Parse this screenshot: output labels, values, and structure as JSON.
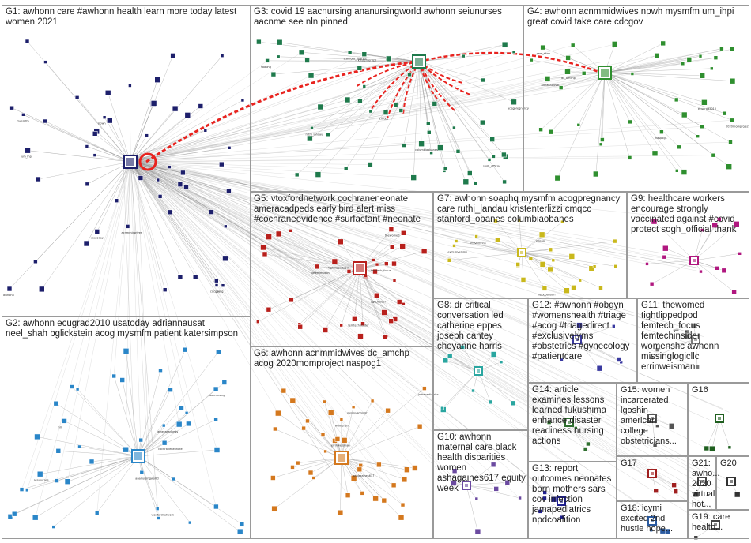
{
  "groups": [
    {
      "id": "G1",
      "label": "G1: awhonn care #awhonn health learn more today latest\nwomen 2021"
    },
    {
      "id": "G2",
      "label": "G2: awhonn ecugrad2010 usatoday adriannausat\nneel_shah bglickstein acog mysmfm patient katersimpson"
    },
    {
      "id": "G3",
      "label": "G3: covid 19 aacnursing ananursingworld awhonn seiunurses\naacnme see nln pinned"
    },
    {
      "id": "G4",
      "label": "G4: awhonn acnmmidwives npwh mysmfm um_ihpi\ngreat covid take care cdcgov"
    },
    {
      "id": "G5",
      "label": "G5: vtoxfordnetwork cochraneneonate\nameracadpeds early bird alert miss\n#cochraneevidence #surfactant #neonate"
    },
    {
      "id": "G6",
      "label": "G6: awhonn acnmmidwives dc_amchp\nacog 2020momproject naspog1"
    },
    {
      "id": "G7",
      "label": "G7: awhonn soaphq mysmfm acogpregnancy\ncare ruthi_landau kristenterlizzi cmqcc\nstanford_obanes columbiaobanes"
    },
    {
      "id": "G8",
      "label": "G8: dr critical\nconversation led\ncatherine eppes\njoseph cantey\ncheyanne harris"
    },
    {
      "id": "G9",
      "label": "G9: healthcare workers\nencourage strongly\nvaccinated against #covid\nprotect sogh_official thank"
    },
    {
      "id": "G10",
      "label": "G10: awhonn\nmaternal care black\nhealth disparities\nwomen\nashagaines617 equity\nweek"
    },
    {
      "id": "G11",
      "label": "G11: thewomed\ntightlippedpod\nfemtech_focus\nfemtechinsider\nwomenshc awhonn\nmissinglogicllc\nerrinweisman"
    },
    {
      "id": "G12",
      "label": "G12: #awhonn #obgyn\n#womenshealth #triage\n#acog #triagedirect\n#exclusivelyms\n#obstetrics #gynecology\n#patientcare"
    },
    {
      "id": "G13",
      "label": "G13: report\noutcomes neonates\nborn mothers sars\ncov infection\njamapediatrics\nnpdcoalition"
    },
    {
      "id": "G14",
      "label": "G14: article\nexamines lessons\nlearned fukushima\nenhance disaster\nreadiness nursing\nactions"
    },
    {
      "id": "G15",
      "label": "G15: women\nincarcerated\nlgoshin\namerican\ncollege\nobstetricians..."
    },
    {
      "id": "G16",
      "label": "G16"
    },
    {
      "id": "G17",
      "label": "G17"
    },
    {
      "id": "G18",
      "label": "G18: icymi\nexcited 2nd\nhustle hope..."
    },
    {
      "id": "G19",
      "label": "G19: care\nhealth..."
    },
    {
      "id": "G20",
      "label": "G20"
    },
    {
      "id": "G21",
      "label": "G21:\nawho...\n2020\nvirtual\nhot..."
    }
  ],
  "node_labels": [
    "awhonn",
    "usatoday",
    "acog",
    "mysmfm",
    "npwh",
    "acnmmidwives",
    "um_ihpi",
    "cdcgov",
    "aacnursing",
    "ananursingworld",
    "seiunurses",
    "nln",
    "vtoxfordnetwork",
    "cochraneneonate",
    "ameracadpeds",
    "soaphq",
    "acogpregnancy",
    "ruthi_landau",
    "kristenterlizzi",
    "cmqcc",
    "stanford_obanes",
    "columbiaobanes",
    "sogh_official",
    "dc_amchp",
    "2020momproject",
    "naspog1",
    "ecugrad2010",
    "adriannausat",
    "neel_shah",
    "bglickstein",
    "katersimpson",
    "thewomed",
    "tightlippedpod",
    "femtech_focus",
    "femtechinsider",
    "womenshc",
    "missinglogicllc",
    "errinweisman",
    "ashagaines617",
    "jamapediatrics",
    "npdcoalition",
    "lgoshin",
    "triagedirect",
    "exclusivelyms"
  ],
  "colors": {
    "box_border": "#9a9a9a",
    "edge": "#8c8c8c",
    "highlight_edge": "#e8231f",
    "G1": "#1d1f6b",
    "G2": "#2a86c8",
    "G3": "#1f7a4c",
    "G4": "#2f8f2f",
    "G5": "#b8201c",
    "G6": "#d4781e",
    "G7": "#c9b81c",
    "G8": "#2aa6a0",
    "G9": "#b0177f",
    "G10": "#6b4aa0"
  }
}
